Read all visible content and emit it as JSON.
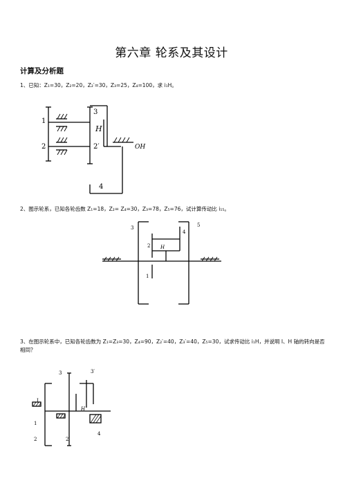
{
  "title": "第六章 轮系及其设计",
  "section": "计算及分析题",
  "problems": [
    {
      "text": "1、已知：Z₁=30，Z₂=20，Z₂′=30，Z₃=25，Z₄=100，求 i₁H。",
      "labels": {
        "g1": "1",
        "g2": "2",
        "g3": "3",
        "g2p": "2′",
        "g4": "4",
        "H": "H",
        "OH": "OH"
      }
    },
    {
      "text": "2、图示轮系，已知各轮齿数 Z₁=18，Z₂= Z₄=30，Z₃=78，Z₅=76，试计算传动比 i₁₅。",
      "labels": {
        "g1": "1",
        "g2": "2",
        "g3": "3",
        "g4": "4",
        "g5": "5",
        "H": "H"
      }
    },
    {
      "text": "3、在图示轮系中，已知各轮齿数为 Z₁=Z₃=30，Z₄=90，Z₂′=40，Z₃′=40，Z₅=30，试求传动比 i₁H，并说明 I、H 轴的转向是否相同？",
      "labels": {
        "g1": "1",
        "gI": "I",
        "g2": "2",
        "g2p": "2′",
        "g3": "3",
        "g3p": "3′",
        "g4": "4",
        "H": "H"
      }
    }
  ]
}
